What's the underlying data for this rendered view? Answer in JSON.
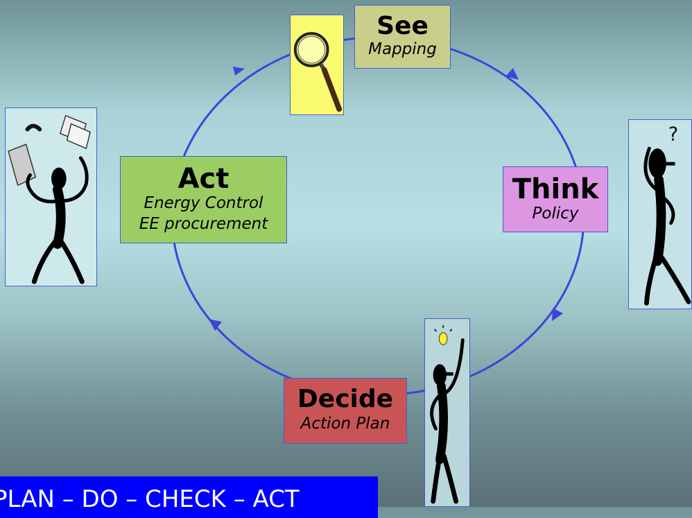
{
  "steps": {
    "see": {
      "title": "See",
      "subtitle": "Mapping"
    },
    "think": {
      "title": "Think",
      "subtitle": "Policy"
    },
    "decide": {
      "title": "Decide",
      "subtitle": "Action Plan"
    },
    "act": {
      "title": "Act",
      "subtitle_line1": "Energy Control",
      "subtitle_line2": "EE procurement"
    }
  },
  "banner": {
    "text": "PLAN – DO – CHECK – ACT"
  },
  "colors": {
    "cycle": "#3a46d8",
    "see": "#c9cf8a",
    "think": "#dc96e2",
    "decide": "#c95455",
    "act": "#9ccd63",
    "banner": "#0000ff"
  },
  "icons": [
    "magnifying-glass-icon",
    "thinking-person-icon",
    "idea-person-icon",
    "juggling-person-icon"
  ]
}
